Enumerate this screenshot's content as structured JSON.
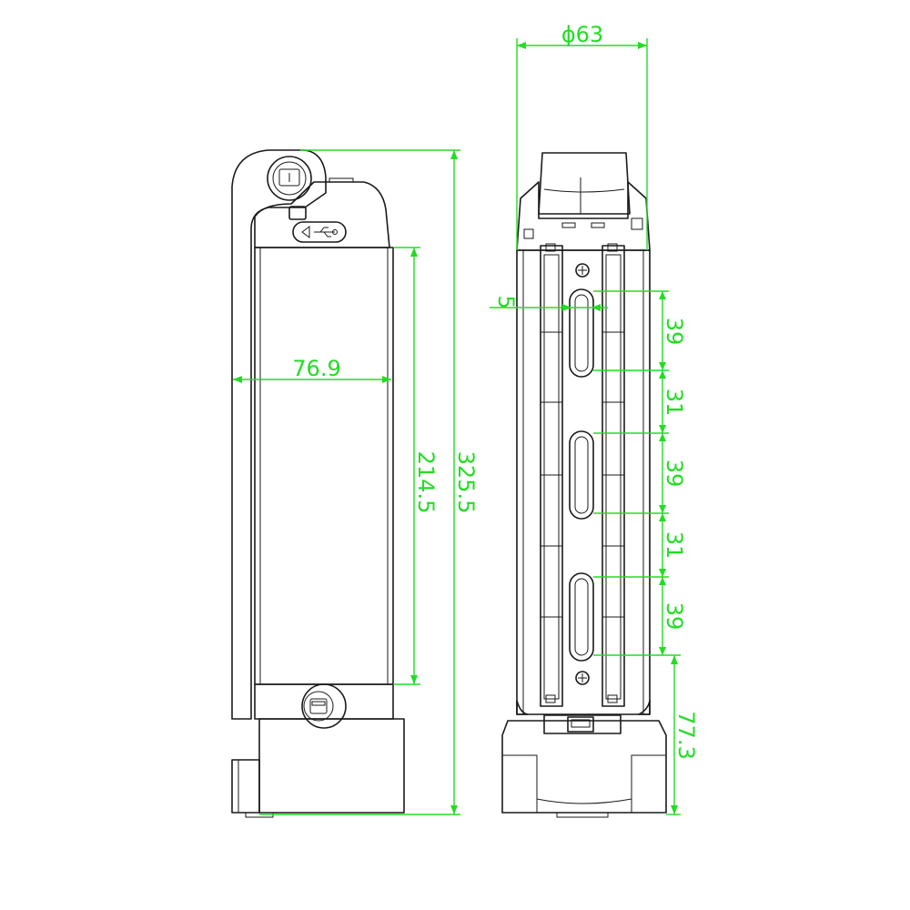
{
  "colors": {
    "outline": "#1a1a1a",
    "dimension": "#22dd22"
  },
  "dimensions": {
    "side_width": "76.9",
    "cell_height": "214.5",
    "total_height": "325.5",
    "diameter": "ϕ63",
    "rail_offset": "5",
    "slot_1": "39",
    "gap_1": "31",
    "slot_2": "39",
    "gap_2": "31",
    "slot_3": "39",
    "base_height": "77.3"
  },
  "icons": [
    "usb-icon",
    "lock-icon",
    "key-icon",
    "screw-icon"
  ]
}
